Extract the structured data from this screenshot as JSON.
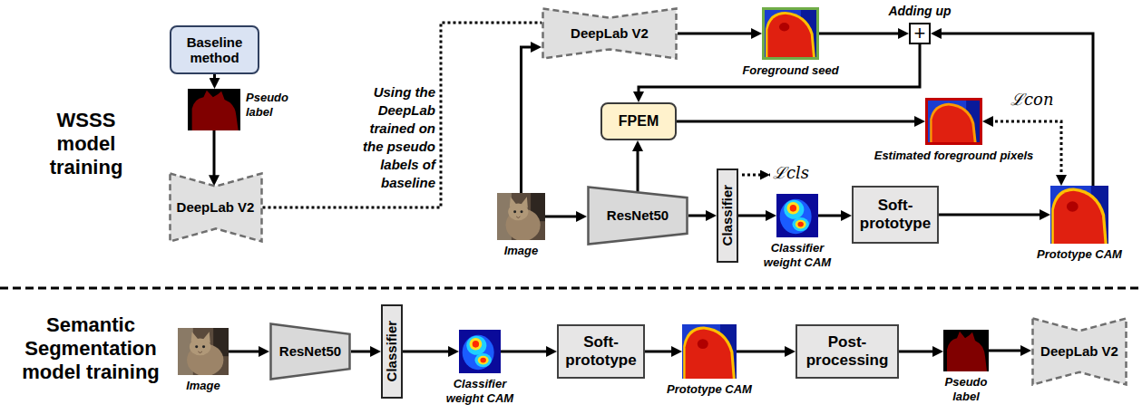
{
  "diagram": {
    "nodes": [
      {
        "text": [
          "Baseline method"
        ]
      },
      {
        "text": [
          "Pseudo label"
        ]
      },
      {
        "text": [
          "DeepLab V2"
        ]
      },
      {
        "text": [
          "DeepLab V2"
        ]
      },
      {
        "text": [
          "Foreground seed"
        ]
      },
      {
        "text": [
          "Adding up",
          "+"
        ]
      },
      {
        "text": [
          "FPEM"
        ]
      },
      {
        "text": [
          "Estimated foreground pixels"
        ]
      },
      {
        "text": [
          "Image"
        ]
      },
      {
        "text": [
          "ResNet50"
        ]
      },
      {
        "text": [
          "Classifier"
        ]
      },
      {
        "text": [
          "Classifier weight CAM"
        ]
      },
      {
        "text": [
          "Soft- prototype"
        ]
      },
      {
        "text": [
          "Prototype CAM"
        ]
      },
      {
        "text": [
          "Image"
        ]
      },
      {
        "text": [
          "ResNet50"
        ]
      },
      {
        "text": [
          "Classifier"
        ]
      },
      {
        "text": [
          "Classifier weight CAM"
        ]
      },
      {
        "text": [
          "Soft- prototype"
        ]
      },
      {
        "text": [
          "Prototype CAM"
        ]
      },
      {
        "text": [
          "Post- processing"
        ]
      },
      {
        "text": [
          "Pseudo label"
        ]
      },
      {
        "text": [
          "DeepLab V2"
        ]
      }
    ],
    "edges": [
      {
        "from": 0,
        "to": 1,
        "arrow": "to"
      },
      {
        "from": 1,
        "to": 2,
        "arrow": "to"
      },
      {
        "from": 2,
        "to": 3,
        "label": "Using the DeepLab trained on the pseudo labels of baseline",
        "arrow": "none"
      },
      {
        "from": 8,
        "to": 3,
        "arrow": "to"
      },
      {
        "from": 3,
        "to": 4,
        "arrow": "to"
      },
      {
        "from": 4,
        "to": 5,
        "arrow": "to"
      },
      {
        "from": 13,
        "to": 5,
        "arrow": "to"
      },
      {
        "from": 5,
        "to": 6,
        "arrow": "to"
      },
      {
        "from": 8,
        "to": 9,
        "arrow": "to"
      },
      {
        "from": 9,
        "to": 6,
        "arrow": "to"
      },
      {
        "from": 6,
        "to": 7,
        "arrow": "to"
      },
      {
        "from": 9,
        "to": 10,
        "arrow": "to"
      },
      {
        "from": 10,
        "to": 11,
        "arrow": "to"
      },
      {
        "from": 11,
        "to": 12,
        "arrow": "to"
      },
      {
        "from": 12,
        "to": 13,
        "arrow": "to"
      },
      {
        "from": 7,
        "to": 13,
        "label": "ℒcon",
        "arrow": "both"
      },
      {
        "from": 14,
        "to": 15,
        "arrow": "to"
      },
      {
        "from": 15,
        "to": 16,
        "arrow": "to"
      },
      {
        "from": 16,
        "to": 17,
        "arrow": "to"
      },
      {
        "from": 17,
        "to": 18,
        "arrow": "to"
      },
      {
        "from": 18,
        "to": 19,
        "arrow": "to"
      },
      {
        "from": 19,
        "to": 20,
        "arrow": "to"
      },
      {
        "from": 20,
        "to": 21,
        "arrow": "to"
      },
      {
        "from": 21,
        "to": 22,
        "arrow": "to"
      }
    ],
    "labels": [
      "WSSS model training",
      "Semantic Segmentation model training",
      "ℒcls"
    ]
  }
}
